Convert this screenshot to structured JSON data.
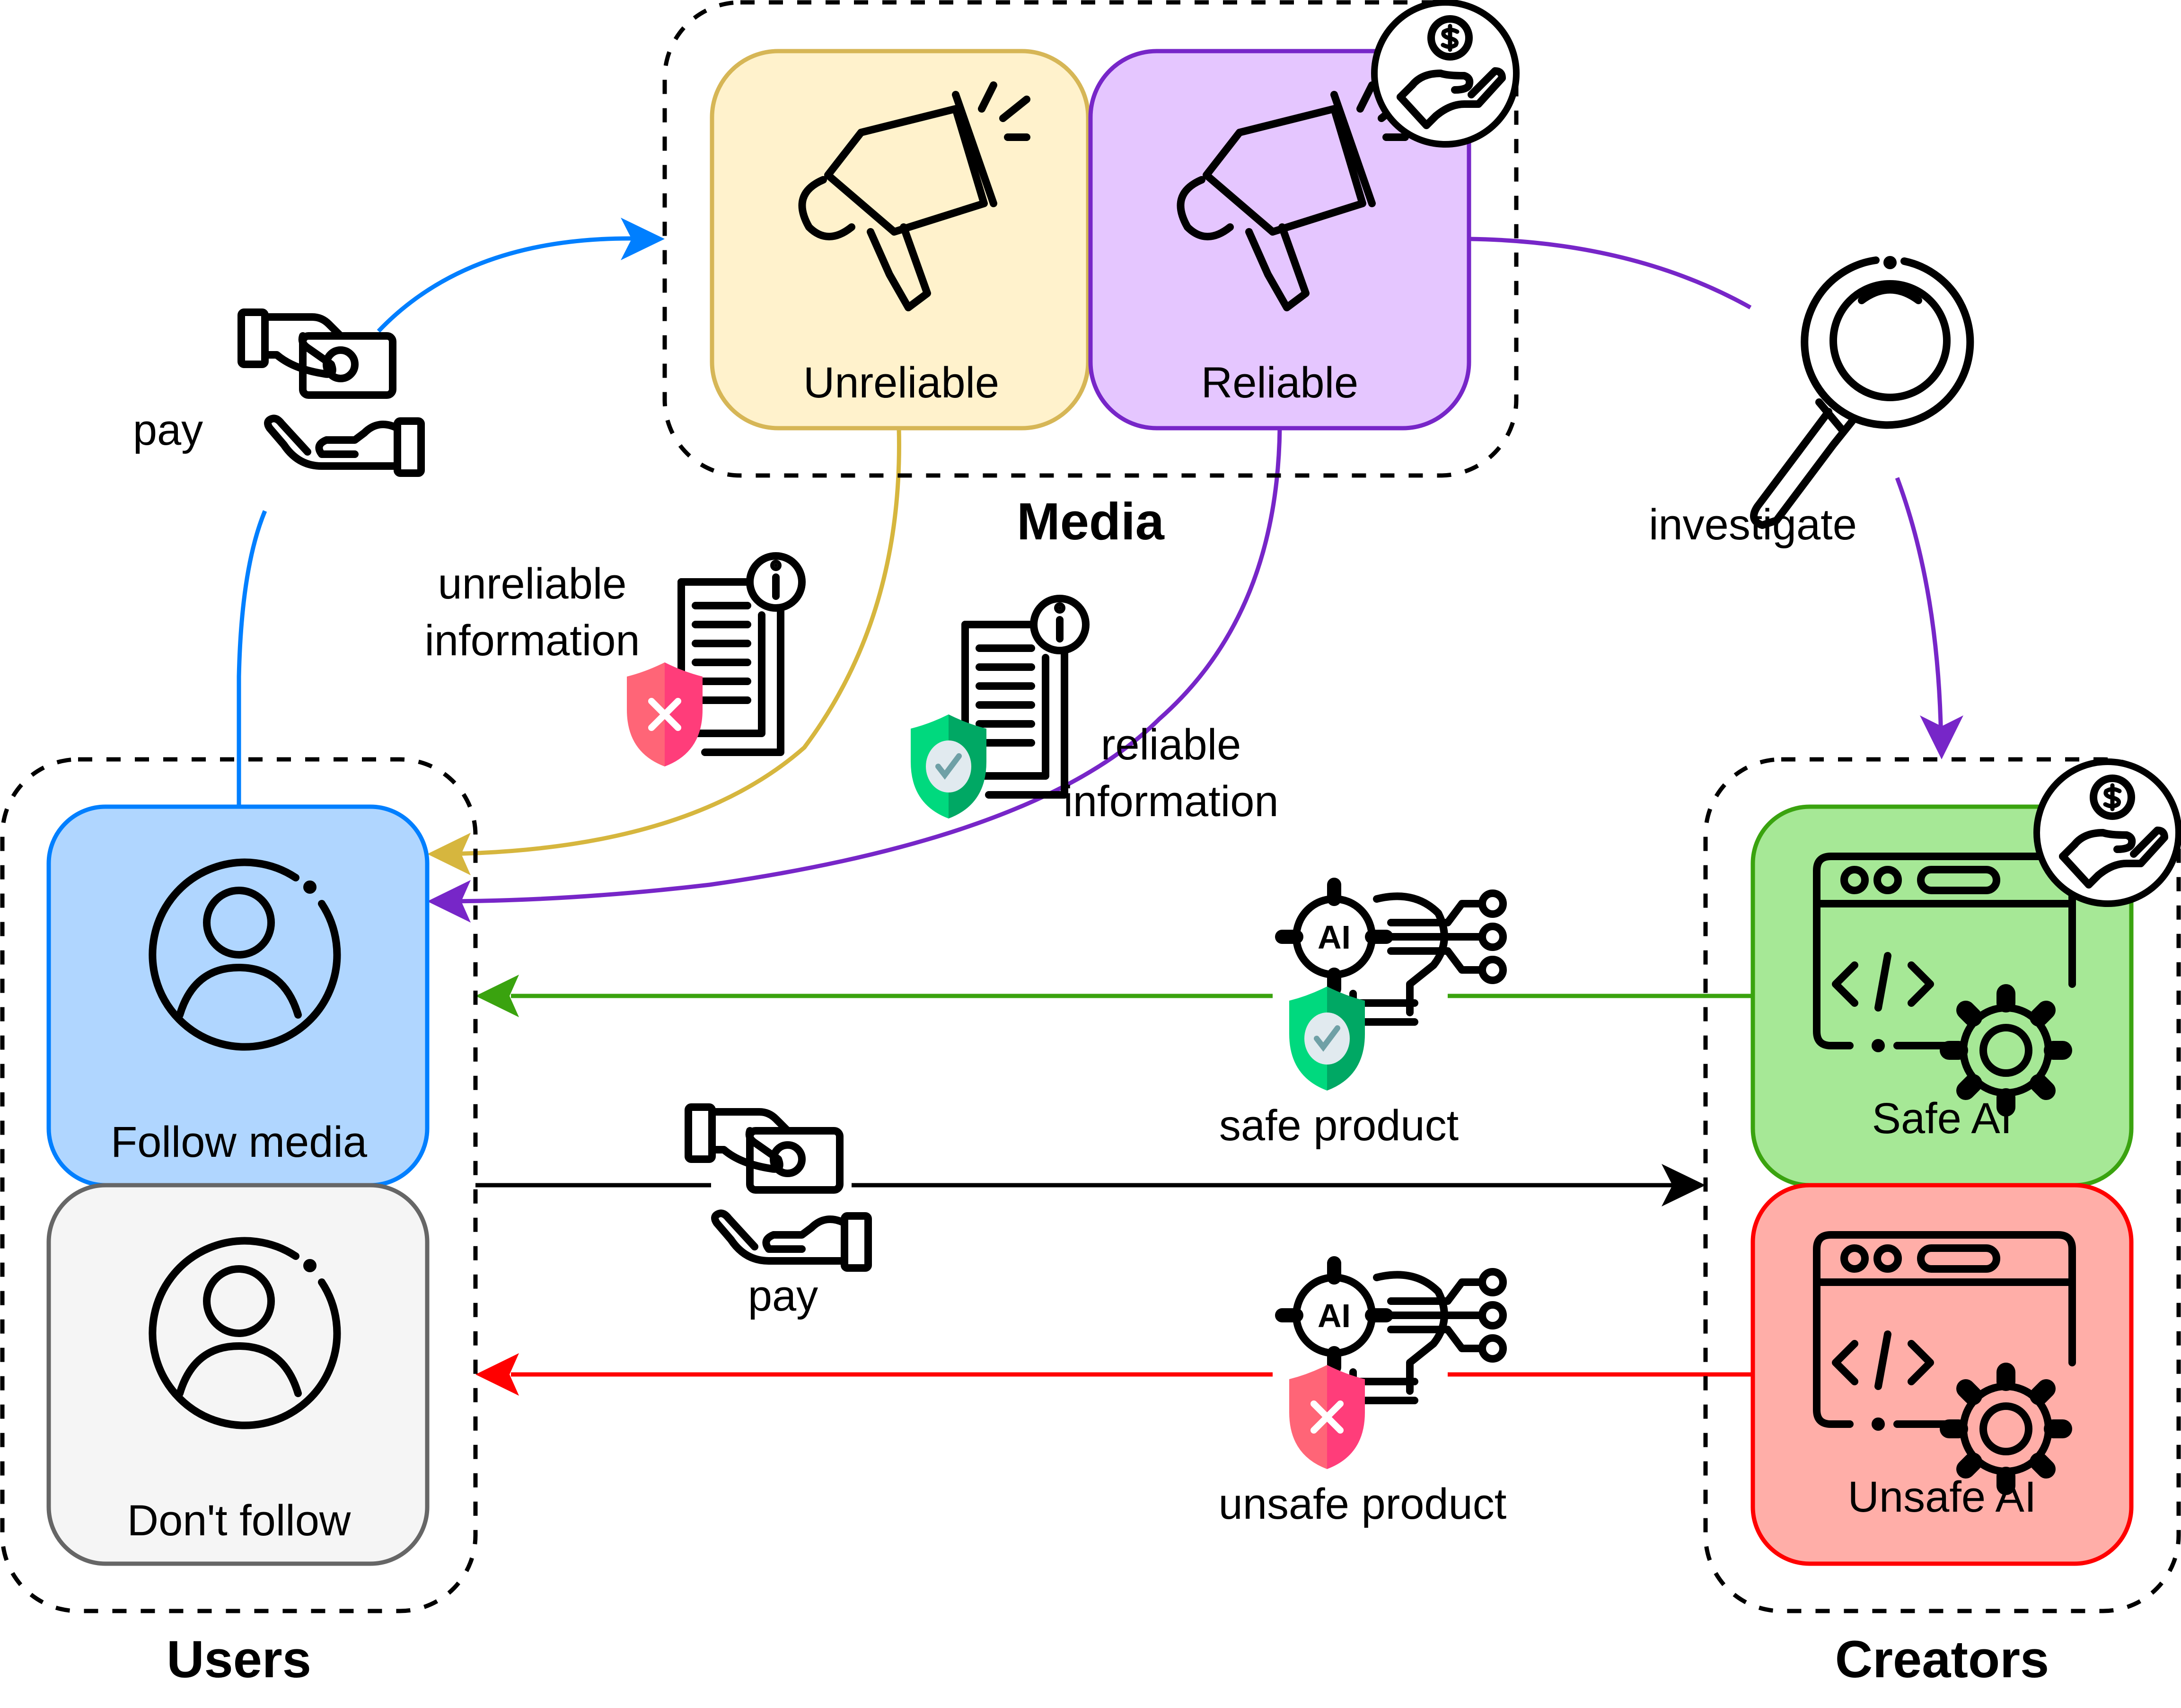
{
  "groups": {
    "media": {
      "label": "Media"
    },
    "users": {
      "label": "Users"
    },
    "creators": {
      "label": "Creators"
    }
  },
  "nodes": {
    "unreliable": {
      "label": "Unreliable",
      "icon": "megaphone-icon",
      "fill": "#fff2cc",
      "stroke": "#d6b656"
    },
    "reliable": {
      "label": "Reliable",
      "icon": "megaphone-icon",
      "fill": "#e5c6ff",
      "stroke": "#7726c8",
      "badge": "money-hand-icon"
    },
    "follow_media": {
      "label": "Follow media",
      "icon": "user-circle-icon",
      "fill": "#b0d6ff",
      "stroke": "#007fff"
    },
    "dont_follow": {
      "label": "Don't follow",
      "icon": "user-circle-icon",
      "fill": "#f5f5f5",
      "stroke": "#666666"
    },
    "safe_ai": {
      "label": "Safe AI",
      "icon": "code-window-gear-icon",
      "fill": "#a6e896",
      "stroke": "#3aa30f",
      "badge": "money-hand-icon"
    },
    "unsafe_ai": {
      "label": "Unsafe AI",
      "icon": "code-window-gear-icon",
      "fill": "#ffaea8",
      "stroke": "#ff0000"
    }
  },
  "edges": {
    "pay_media": {
      "label": "pay",
      "color": "#007fff",
      "from": "Follow media",
      "to": "Media",
      "icon": "pay-hands-icon"
    },
    "unreliable_info": {
      "label_line1": "unreliable",
      "label_line2": "information",
      "color": "#d6b63e",
      "from": "Unreliable",
      "to": "Follow media",
      "icon": "document-info-unsafe-icon"
    },
    "reliable_info": {
      "label_line1": "reliable",
      "label_line2": "information",
      "color": "#7726c8",
      "from": "Reliable",
      "to": "Follow media",
      "icon": "document-info-safe-icon"
    },
    "investigate": {
      "label": "investigate",
      "color": "#7726c8",
      "from": "Reliable",
      "to": "Creators",
      "icon": "magnifier-icon"
    },
    "safe_product": {
      "label": "safe product",
      "color": "#3aa30f",
      "from": "Safe AI",
      "to": "Users",
      "icon": "ai-bulb-safe-icon"
    },
    "pay_creators": {
      "label": "pay",
      "color": "#000000",
      "from": "Users",
      "to": "Creators",
      "icon": "pay-hands-icon"
    },
    "unsafe_product": {
      "label": "unsafe product",
      "color": "#ff0000",
      "from": "Unsafe AI",
      "to": "Users",
      "icon": "ai-bulb-unsafe-icon"
    }
  },
  "colors": {
    "shield_safe_light": "#00d97e",
    "shield_safe_dark": "#00a864",
    "shield_unsafe_light": "#ff6577",
    "shield_unsafe_dark": "#ff3d7a"
  }
}
